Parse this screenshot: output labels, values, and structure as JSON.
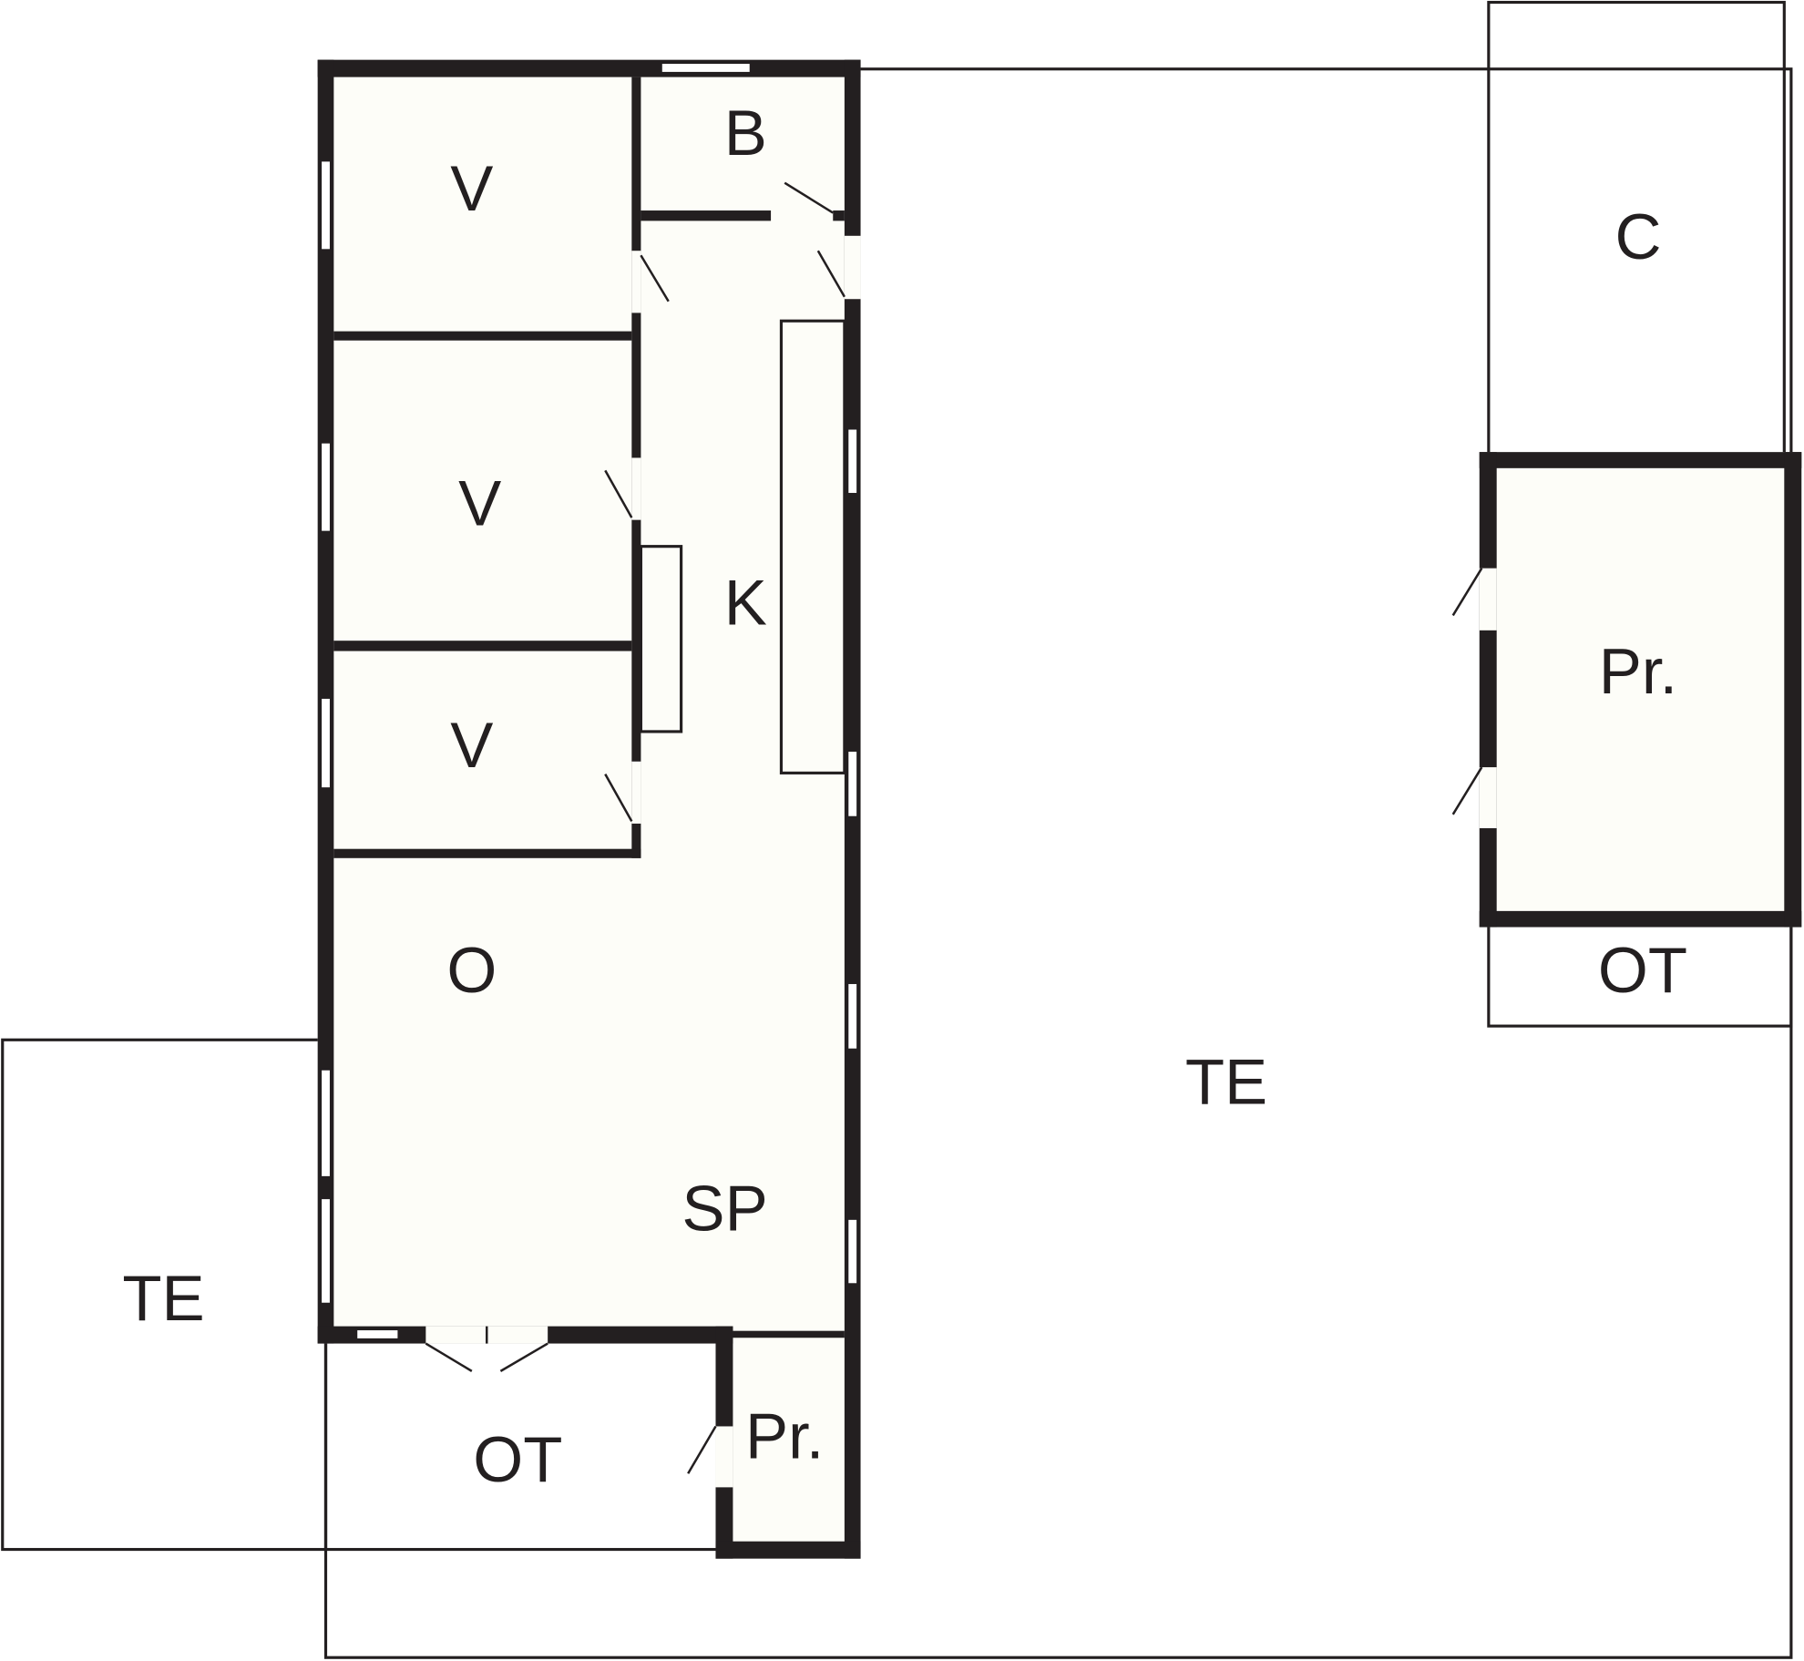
{
  "plan": {
    "rooms": {
      "bedroom1": "V",
      "bathroom": "B",
      "bedroom2": "V",
      "kitchen": "K",
      "bedroom3": "V",
      "living": "O",
      "dining": "SP",
      "terrace_main": "TE",
      "storage_top_right": "C",
      "closet_right": "Pr.",
      "porch_right": "OT",
      "terrace_left": "TE",
      "porch_bottom": "OT",
      "closet_bottom": "Pr."
    },
    "colors": {
      "wall": "#231f20",
      "floor": "#fdfdf8",
      "background": "#ffffff"
    }
  }
}
